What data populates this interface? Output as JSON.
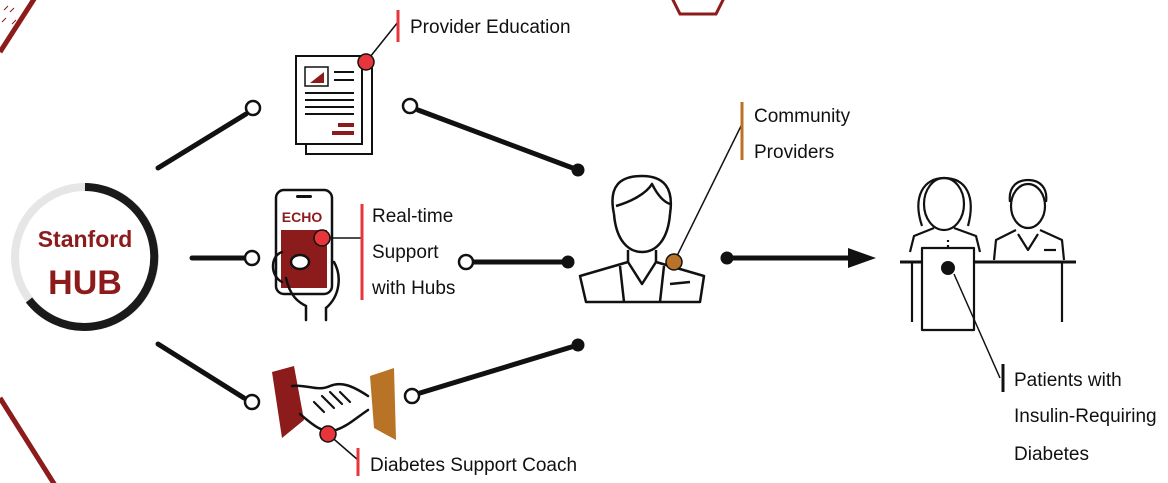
{
  "hub": {
    "line1": "Stanford",
    "line2": "HUB"
  },
  "labels": {
    "provider_education": "Provider Education",
    "realtime_line1": "Real-time",
    "realtime_line2": "Support",
    "realtime_line3": "with Hubs",
    "coach": "Diabetes Support Coach",
    "community_line1": "Community",
    "community_line2": "Providers",
    "patients_line1": "Patients with",
    "patients_line2": "Insulin-Requiring",
    "patients_line3": "Diabetes"
  },
  "phone_badge": "ECHO",
  "colors": {
    "maroon": "#8c1b1b",
    "bronze": "#b87326",
    "marker_red": "#e8343b",
    "line": "#111111",
    "ring_gray": "#e6e6e6"
  },
  "icons": {
    "document": "document-icon",
    "phone": "phone-hand-icon",
    "handshake": "handshake-icon",
    "provider": "provider-person-icon",
    "patients": "patients-at-desk-icon"
  }
}
